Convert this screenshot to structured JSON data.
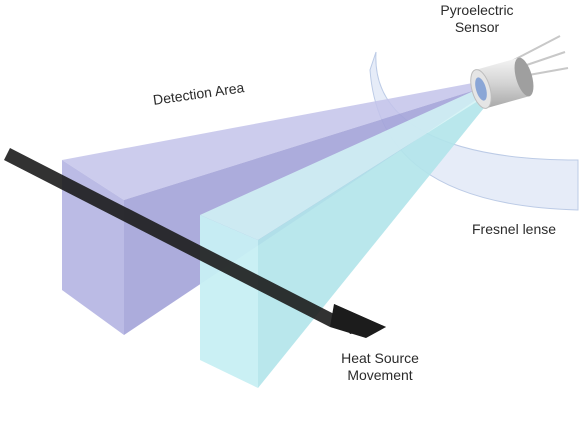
{
  "labels": {
    "sensor_line1": "Pyroelectric",
    "sensor_line2": "Sensor",
    "detection": "Detection Area",
    "fresnel": "Fresnel lense",
    "heat_line1": "Heat Source",
    "heat_line2": "Movement"
  },
  "colors": {
    "detection_purple": "#b9b9e6",
    "detection_purple_dark": "#9a9ad2",
    "detection_cyan": "#c4eef2",
    "detection_cyan_dark": "#9fdde6",
    "lens": "#dde6f6",
    "arrow": "#1c1c1c",
    "sensor_body": "#d9d9d9"
  }
}
